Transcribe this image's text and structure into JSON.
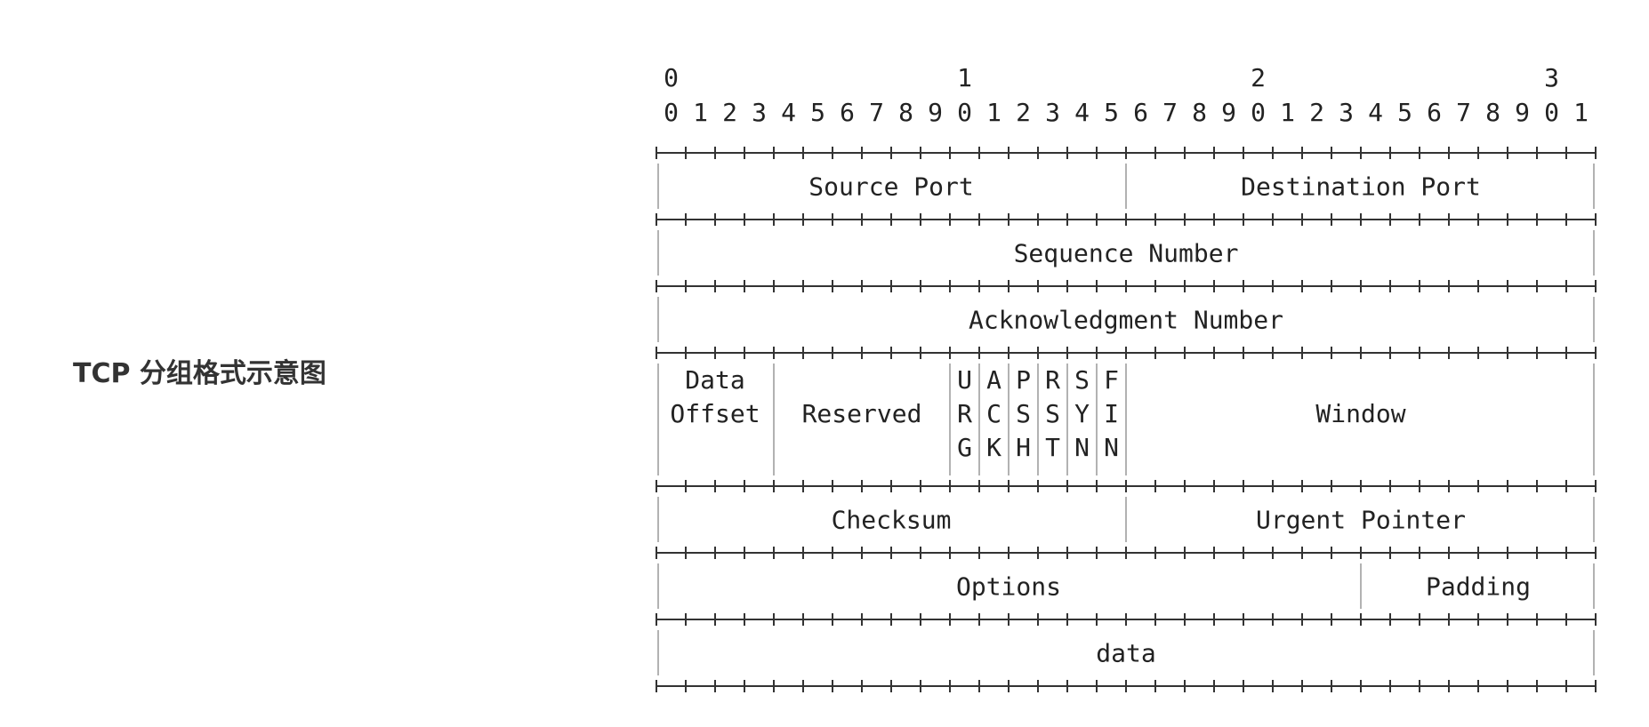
{
  "caption": "TCP 分组格式示意图",
  "bit_ruler": {
    "tens": [
      "0",
      "1",
      "2",
      "3"
    ],
    "units": [
      "0",
      "1",
      "2",
      "3",
      "4",
      "5",
      "6",
      "7",
      "8",
      "9",
      "0",
      "1",
      "2",
      "3",
      "4",
      "5",
      "6",
      "7",
      "8",
      "9",
      "0",
      "1",
      "2",
      "3",
      "4",
      "5",
      "6",
      "7",
      "8",
      "9",
      "0",
      "1"
    ]
  },
  "rows": [
    {
      "fields": [
        {
          "label": "Source Port",
          "bits": 16
        },
        {
          "label": "Destination Port",
          "bits": 16
        }
      ]
    },
    {
      "fields": [
        {
          "label": "Sequence Number",
          "bits": 32
        }
      ]
    },
    {
      "fields": [
        {
          "label": "Acknowledgment Number",
          "bits": 32
        }
      ]
    },
    {
      "tall": true,
      "fields": [
        {
          "label": "Data Offset",
          "lines": [
            "Data",
            "Offset",
            ""
          ],
          "bits": 4
        },
        {
          "label": "Reserved",
          "lines": [
            "",
            "Reserved",
            ""
          ],
          "bits": 6
        },
        {
          "flags": [
            [
              "U",
              "R",
              "G"
            ],
            [
              "A",
              "C",
              "K"
            ],
            [
              "P",
              "S",
              "H"
            ],
            [
              "R",
              "S",
              "T"
            ],
            [
              "S",
              "Y",
              "N"
            ],
            [
              "F",
              "I",
              "N"
            ]
          ],
          "bits": 6
        },
        {
          "label": "Window",
          "lines": [
            "",
            "Window",
            ""
          ],
          "bits": 16
        }
      ]
    },
    {
      "fields": [
        {
          "label": "Checksum",
          "bits": 16
        },
        {
          "label": "Urgent Pointer",
          "bits": 16
        }
      ]
    },
    {
      "fields": [
        {
          "label": "Options",
          "bits": 24
        },
        {
          "label": "Padding",
          "bits": 8
        }
      ]
    },
    {
      "fields": [
        {
          "label": "data",
          "bits": 32
        }
      ]
    }
  ]
}
